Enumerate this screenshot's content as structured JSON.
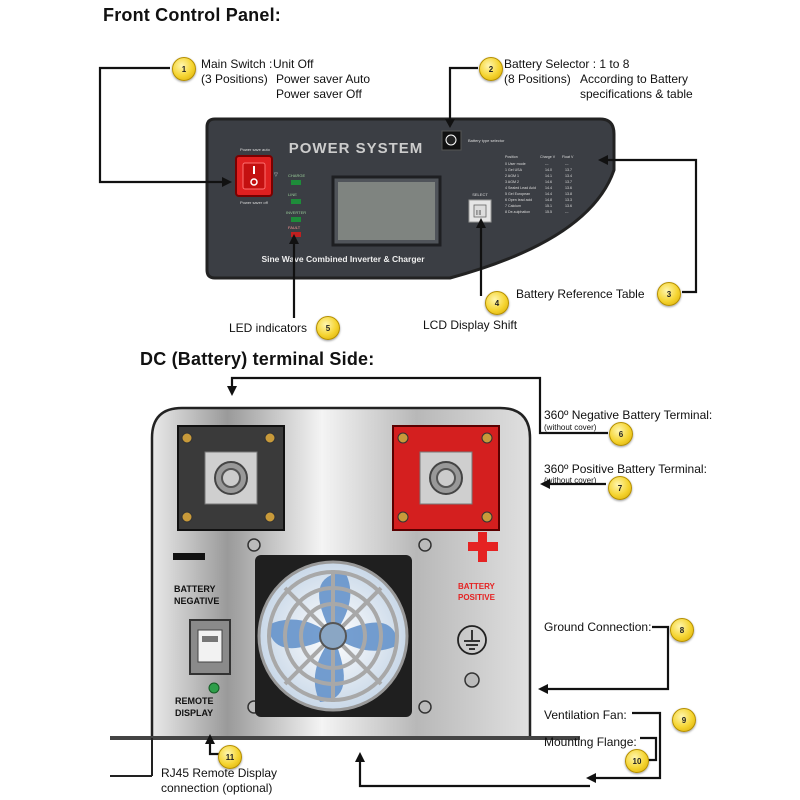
{
  "front": {
    "heading": "Front Control Panel:",
    "panel_title": "POWER SYSTEM",
    "panel_subtitle": "Sine Wave Combined Inverter & Charger",
    "select_label": "SELECT",
    "callouts": [
      {
        "num": "1",
        "title": "Main Switch :",
        "lines": [
          "Unit Off",
          "Power saver Auto",
          "Power saver Off"
        ],
        "sub": "(3 Positions)"
      },
      {
        "num": "2",
        "title": "Battery Selector : 1 to 8",
        "sub": "(8 Positions)",
        "lines": [
          "According to Battery",
          "specifications & table"
        ]
      },
      {
        "num": "3",
        "title": "Battery Reference Table"
      },
      {
        "num": "4",
        "title": "LCD Display Shift"
      },
      {
        "num": "5",
        "title": "LED indicators"
      }
    ]
  },
  "dc": {
    "heading": "DC (Battery) terminal Side:",
    "battery_negative": [
      "BATTERY",
      "NEGATIVE"
    ],
    "battery_positive": [
      "BATTERY",
      "POSITIVE"
    ],
    "remote_display": [
      "REMOTE",
      "DISPLAY"
    ],
    "callouts": [
      {
        "num": "6",
        "title": "360º Negative Battery Terminal:",
        "sub": "(without cover)"
      },
      {
        "num": "7",
        "title": "360º Positive Battery Terminal:",
        "sub": "(without cover)"
      },
      {
        "num": "8",
        "title": "Ground Connection:"
      },
      {
        "num": "9",
        "title": "Ventilation Fan:"
      },
      {
        "num": "10",
        "title": "Mounting Flange:"
      },
      {
        "num": "11",
        "title": "RJ45 Remote Display",
        "sub": "connection (optional)"
      }
    ]
  },
  "colors": {
    "panel": "#3a3d42",
    "terminal_red": "#d41f1f",
    "badge": "#f5d430",
    "switch_red": "#e02020"
  }
}
